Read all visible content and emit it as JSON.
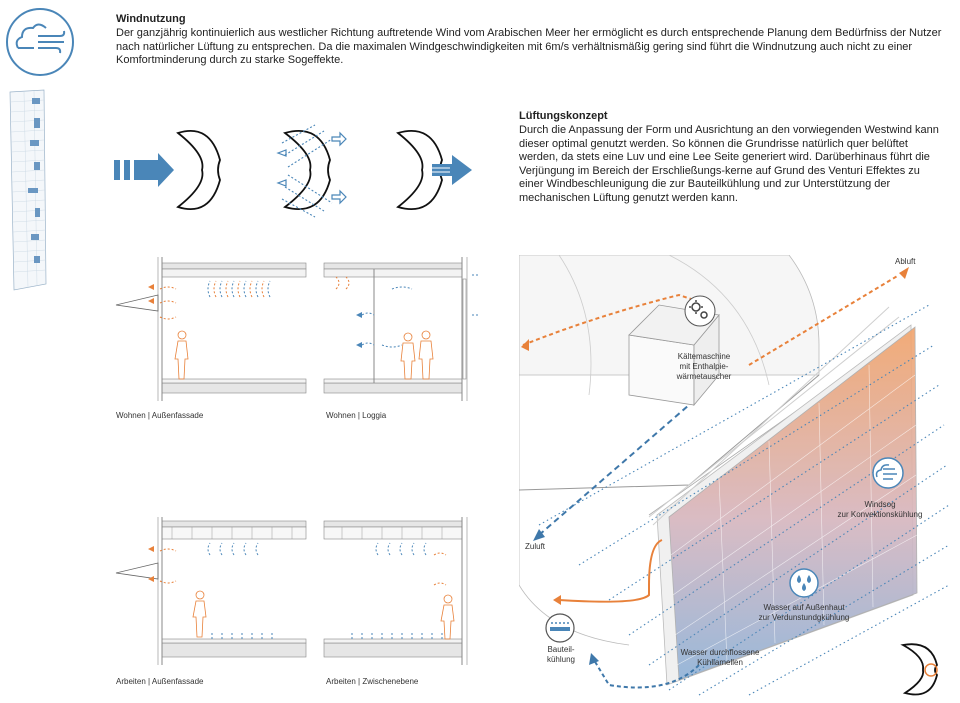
{
  "wind": {
    "title": "Windnutzung",
    "text": "Der ganzjährig kontinuierlich aus westlicher Richtung auftretende Wind vom Arabischen Meer her ermöglicht es durch entsprechende Planung dem Bedürfniss der Nutzer nach natürlicher Lüftung zu entsprechen. Da die maximalen Windgeschwindigkeiten mit 6m/s verhältnismäßig gering sind führt die Windnutzung auch nicht zu einer Komfortminderung durch zu starke Sogeffekte."
  },
  "vent": {
    "title": "Lüftungskonzept",
    "text": "Durch die Anpassung der Form und Ausrichtung an den vorwiegenden Westwind kann dieser optimal genutzt werden. So können die Grundrisse natürlich quer belüftet werden, da stets eine Luv und eine Lee Seite generiert wird. Darüberhinaus führt die Verjüngung im Bereich der Erschließungs-kerne auf Grund des Venturi Effektes zu einer Windbeschleunigung die zur Bauteilkühlung und zur Unterstützung der mechanischen Lüftung genutzt werden kann."
  },
  "sections": {
    "s1": "Wohnen | Außenfassade",
    "s2": "Wohnen | Loggia",
    "s3": "Arbeiten | Außenfassade",
    "s4": "Arbeiten | Zwischenebene"
  },
  "labels": {
    "abluft": "Abluft",
    "zuluft": "Zuluft",
    "kaelte1": "Kältemaschine",
    "kaelte2": "mit Enthalpie-",
    "kaelte3": "wärmetauscher",
    "windsog1": "Windsog",
    "windsog2": "zur Konvektionskühlung",
    "wasser1": "Wasser auf Außenhaut",
    "wasser2": "zur Verdunstundgkühlung",
    "bauteil1": "Bauteil-",
    "bauteil2": "kühlung",
    "wasserd1": "Wasser durchflossene",
    "wasserd2": "Kühllamellen"
  },
  "colors": {
    "blue": "#4a86b8",
    "orange": "#e8813a",
    "gray": "#888888"
  },
  "icons": [
    "cloud-wind-icon",
    "gear-icon",
    "wind-icon",
    "water-drops-icon",
    "cooling-icon",
    "building-shape-icon"
  ]
}
